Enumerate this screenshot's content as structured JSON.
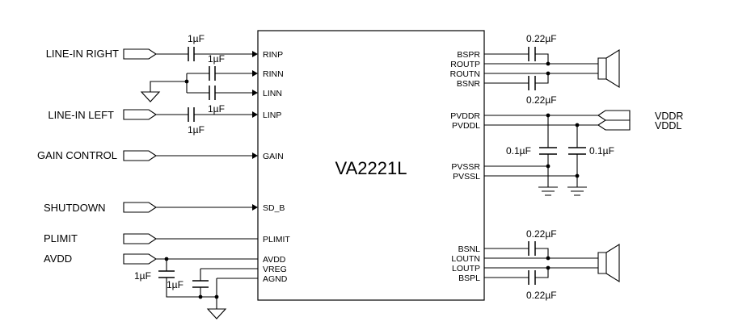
{
  "chip": {
    "name": "VA2221L"
  },
  "inputs": {
    "line_in_right": "LINE-IN RIGHT",
    "line_in_left": "LINE-IN LEFT",
    "gain_control": "GAIN CONTROL",
    "shutdown": "SHUTDOWN",
    "plimit": "PLIMIT",
    "avdd": "AVDD"
  },
  "left_pins": {
    "rinp": "RINP",
    "rinn": "RINN",
    "linn": "LINN",
    "linp": "LINP",
    "gain": "GAIN",
    "sd_b": "SD_B",
    "plimit": "PLIMIT",
    "avdd": "AVDD",
    "vreg": "VREG",
    "agnd": "AGND"
  },
  "right_pins": {
    "bspr": "BSPR",
    "routp": "ROUTP",
    "routn": "ROUTN",
    "bsnr": "BSNR",
    "pvddr": "PVDDR",
    "pvddl": "PVDDL",
    "pvssr": "PVSSR",
    "pvssl": "PVSSL",
    "bsnl": "BSNL",
    "loutn": "LOUTN",
    "loutp": "LOUTP",
    "bspl": "BSPL"
  },
  "capacitors": {
    "c_rinp": "1µF",
    "c_rinn": "1µF",
    "c_linn": "1µF",
    "c_linp": "1µF",
    "c_avdd": "1µF",
    "c_vreg": "1µF",
    "c_bsr_top": "0.22µF",
    "c_bsr_bottom": "0.22µF",
    "c_pvdd_1": "0.1µF",
    "c_pvdd_2": "0.1µF",
    "c_bsl_top": "0.22µF",
    "c_bsl_bottom": "0.22µF"
  },
  "rails": {
    "vddr": "VDDR",
    "vddl": "VDDL"
  },
  "icons": {
    "speaker": "speaker-icon",
    "ground": "ground-icon",
    "port": "input-port-icon"
  }
}
